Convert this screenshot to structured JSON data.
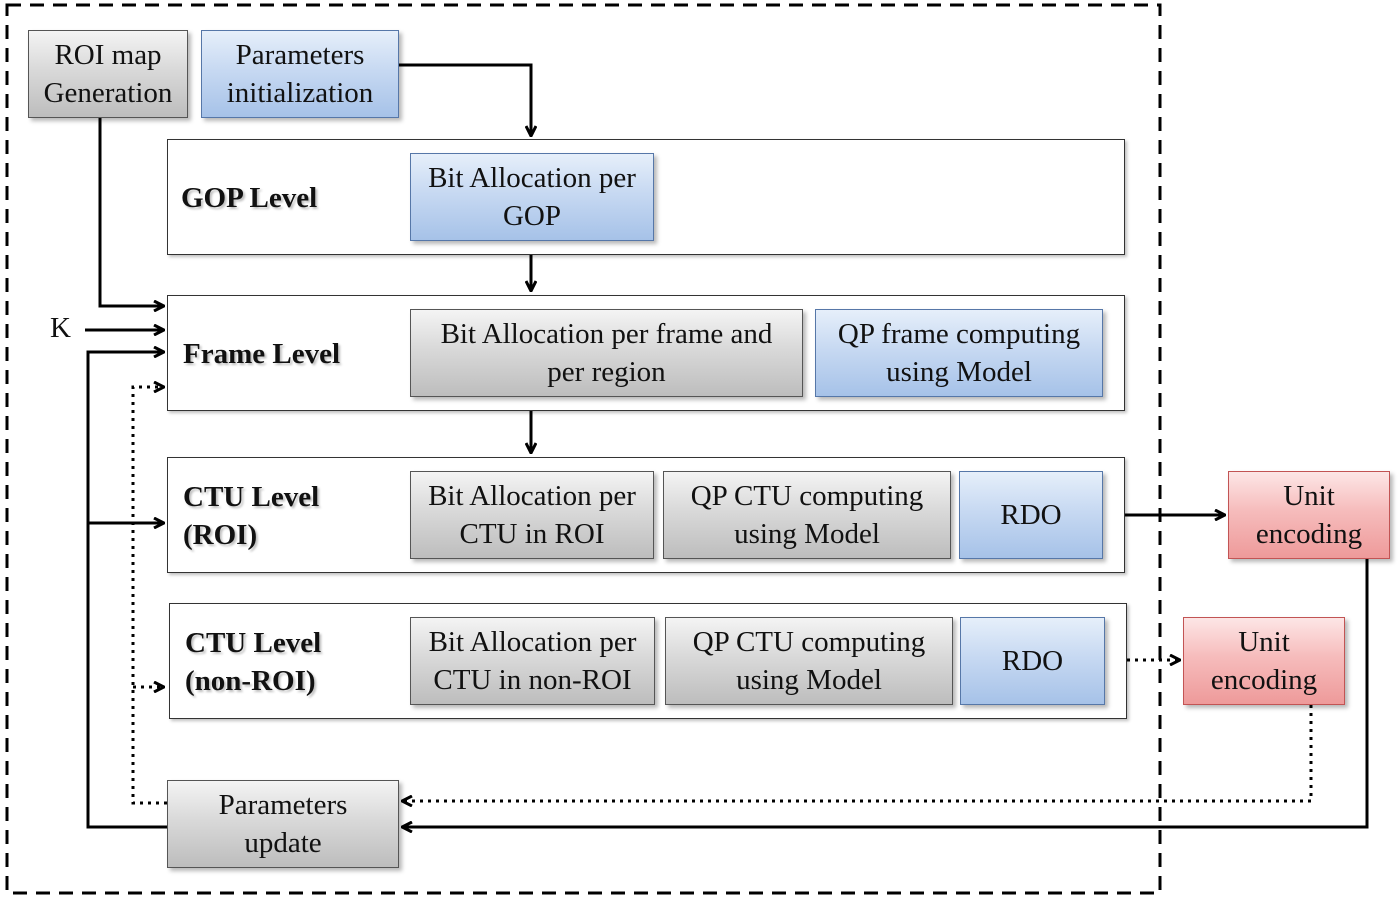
{
  "nodes": {
    "roi_map": "ROI map\nGeneration",
    "params_init": "Parameters\ninitialization",
    "gop_bit_alloc": "Bit Allocation per\nGOP",
    "frame_bit_alloc": "Bit Allocation per frame and\nper region",
    "frame_qp": "QP frame computing\nusing Model",
    "ctu_roi_bit_alloc": "Bit Allocation per\nCTU in ROI",
    "ctu_roi_qp": "QP CTU computing\nusing Model",
    "ctu_roi_rdo": "RDO",
    "ctu_nonroi_bit_alloc": "Bit Allocation per\nCTU in non-ROI",
    "ctu_nonroi_qp": "QP CTU computing\nusing Model",
    "ctu_nonroi_rdo": "RDO",
    "unit_encoding_roi": "Unit\nencoding",
    "unit_encoding_nonroi": "Unit\nencoding",
    "params_update": "Parameters\nupdate"
  },
  "levels": {
    "gop": "GOP Level",
    "frame": "Frame Level",
    "ctu_roi": "CTU Level\n(ROI)",
    "ctu_nonroi": "CTU Level\n(non-ROI)"
  },
  "inputs": {
    "k": "K"
  },
  "colors": {
    "gray_box": "#d9d9d9",
    "blue_box": "#c7d9f2",
    "pink_box": "#f6bcbc"
  }
}
